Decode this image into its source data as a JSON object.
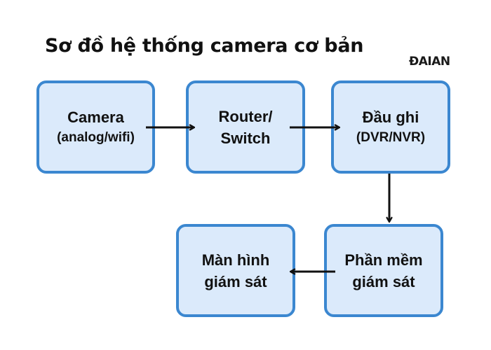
{
  "title": "Sơ đồ hệ thống camera cơ bản",
  "logo": "ĐAIAN",
  "nodes": {
    "camera": {
      "line1": "Camera",
      "line2": "(analog/wifi)"
    },
    "router": {
      "line1": "Router/",
      "line2": "Switch"
    },
    "recorder": {
      "line1": "Đầu ghi",
      "line2": "(DVR/NVR)"
    },
    "software": {
      "line1": "Phần mềm",
      "line2": "giám sát"
    },
    "monitor": {
      "line1": "Màn hình",
      "line2": "giám sát"
    }
  },
  "colors": {
    "box_fill": "#dbeafb",
    "box_border": "#3b87d0",
    "arrow": "#111111"
  }
}
